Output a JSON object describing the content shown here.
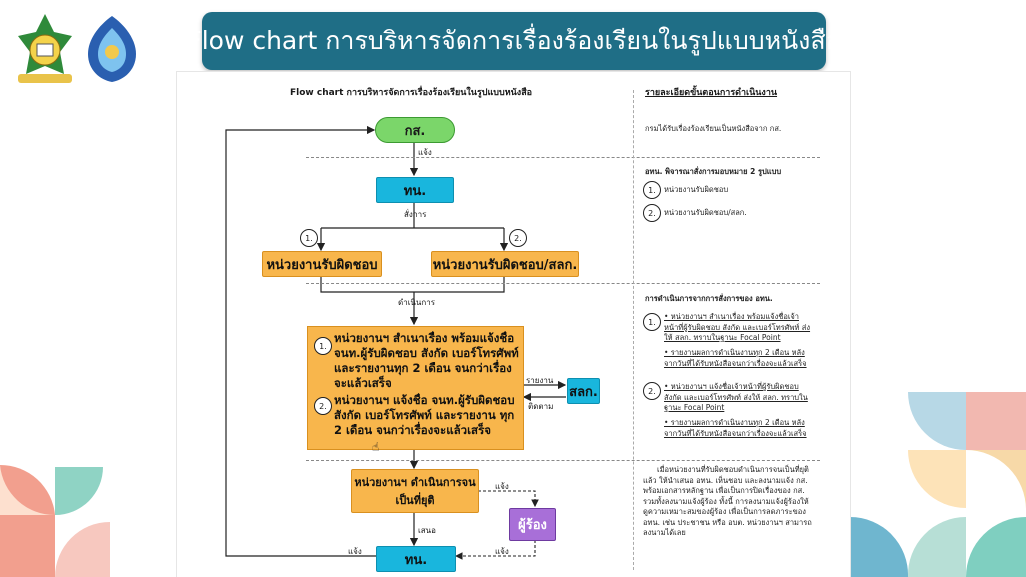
{
  "banner": {
    "title": "Flow chart การบริหารจัดการเรื่องร้องเรียนในรูปแบบหนังสือ"
  },
  "flow": {
    "heading": "Flow chart การบริหารจัดการเรื่องร้องเรียนในรูปแบบหนังสือ",
    "start": "กส.",
    "lbl_notify": "แจ้ง",
    "tn": "ทน.",
    "lbl_order": "สั่งการ",
    "num1": "1.",
    "num2": "2.",
    "branch1": "หน่วยงานรับผิดชอบ",
    "branch2": "หน่วยงานรับผิดชอบ/สลก.",
    "lbl_proceed": "ดำเนินการ",
    "step1": "หน่วยงานฯ สำเนาเรื่อง พร้อมแจ้งชื่อ จนท.ผู้รับผิดชอบ สังกัด เบอร์โทรศัพท์ และรายงานทุก 2 เดือน จนกว่าเรื่องจะแล้วเสร็จ",
    "step2": "หน่วยงานฯ แจ้งชื่อ จนท.ผู้รับผิดชอบ สังกัด เบอร์โทรศัพท์ และรายงาน ทุก 2 เดือน จนกว่าเรื่องจะแล้วเสร็จ",
    "lbl_report": "รายงาน",
    "lbl_follow": "ติดตาม",
    "slk": "สลก.",
    "end_step": "หน่วยงานฯ ดำเนินการจนเป็นที่ยุติ",
    "lbl_notify2": "แจ้ง",
    "lbl_propose": "เสนอ",
    "complainant": "ผู้ร้อง",
    "lbl_notify3": "แจ้ง",
    "lbl_notify4": "แจ้ง",
    "tn_end": "ทน."
  },
  "details": {
    "heading": "รายละเอียดขั้นตอนการดำเนินงาน",
    "r1": "กรมได้รับเรื่องร้องเรียนเป็นหนังสือจาก กส.",
    "r2_title": "อทน. พิจารณาสั่งการมอบหมาย 2 รูปแบบ",
    "r2_a": "หน่วยงานรับผิดชอบ",
    "r2_b": "หน่วยงานรับผิดชอบ/สลก.",
    "r3_title": "การดำเนินการจากการสั่งการของ อทน.",
    "r3_1a": "• หน่วยงานฯ สำเนาเรื่อง พร้อมแจ้งชื่อเจ้าหน้าที่ผู้รับผิดชอบ สังกัด และเบอร์โทรศัพท์ ส่งให้ สลก. ทราบในฐานะ Focal Point",
    "r3_1b": "• รายงานผลการดำเนินงานทุก 2 เดือน หลังจากวันที่ได้รับหนังสือจนกว่าเรื่องจะแล้วเสร็จ",
    "r3_2a": "• หน่วยงานฯ แจ้งชื่อเจ้าหน้าที่ผู้รับผิดชอบ สังกัด และเบอร์โทรศัพท์ ส่งให้ สลก. ทราบในฐานะ Focal Point",
    "r3_2b": "• รายงานผลการดำเนินงานทุก 2 เดือน หลังจากวันที่ได้รับหนังสือจนกว่าเรื่องจะแล้วเสร็จ",
    "r4": "เมื่อหน่วยงานที่รับผิดชอบดำเนินการจนเป็นที่ยุติแล้ว ให้นำเสนอ อทน. เห็นชอบ และลงนามแจ้ง กส. พร้อมเอกสารหลักฐาน เพื่อเป็นการปิดเรื่องของ กส. รวมทั้งลงนามแจ้งผู้ร้อง ทั้งนี้ การลงนามแจ้งผู้ร้องให้ดูความเหมาะสมของผู้ร้อง เพื่อเป็นการลดภาระของ อทน. เช่น ประชาชน หรือ อบต. หน่วยงานฯ สามารถลงนามได้เลย"
  },
  "colors": {
    "banner": "#1f6e86",
    "cyan": "#19b6dd",
    "orange": "#f8b64c",
    "green": "#7bd66a",
    "purple": "#a86fd8"
  },
  "icons": [
    "department-logo",
    "crest-logo"
  ]
}
